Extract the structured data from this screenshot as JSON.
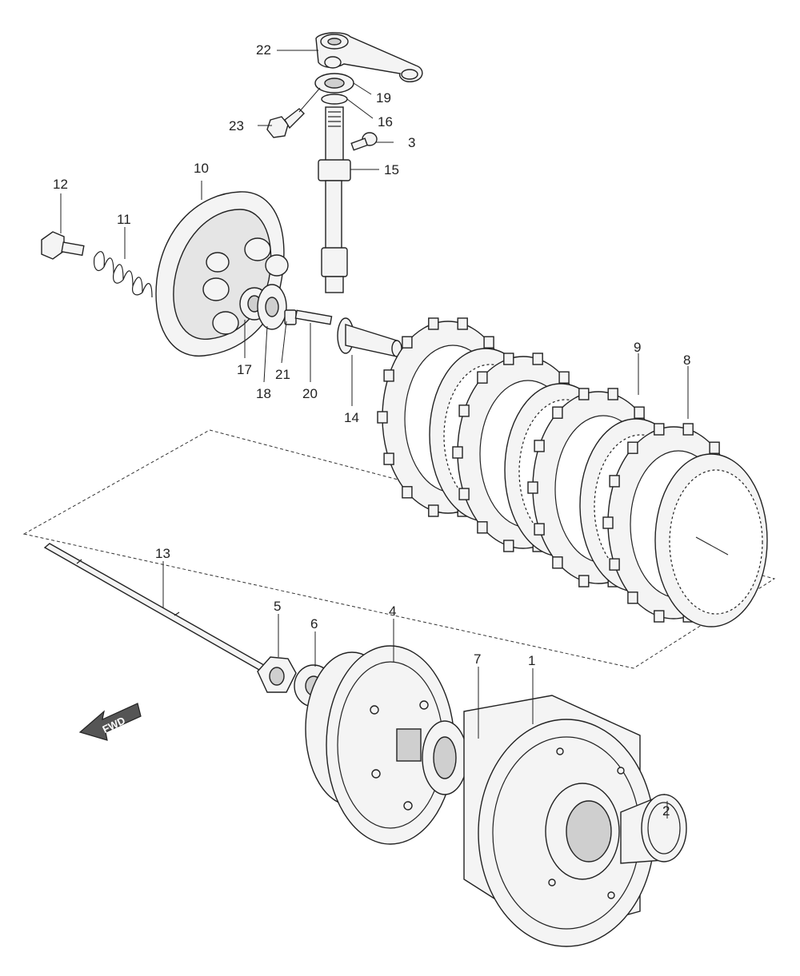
{
  "fwd_label": "FWD",
  "callouts": {
    "p1": "1",
    "p2": "2",
    "p3": "3",
    "p4": "4",
    "p5": "5",
    "p6": "6",
    "p7": "7",
    "p8": "8",
    "p9": "9",
    "p10": "10",
    "p11": "11",
    "p12": "12",
    "p13": "13",
    "p14": "14",
    "p15": "15",
    "p16": "16",
    "p17": "17",
    "p18": "18",
    "p19": "19",
    "p20": "20",
    "p21": "21",
    "p22": "22",
    "p23": "23"
  },
  "colors": {
    "line": "#222222",
    "paper": "#ffffff",
    "arrow": "#555555"
  }
}
